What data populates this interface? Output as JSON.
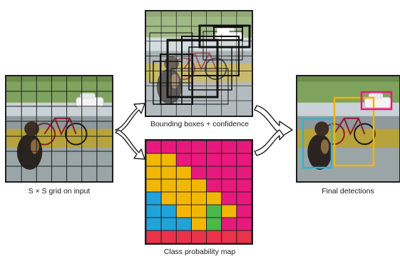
{
  "captions": {
    "grid": "S × S grid on input",
    "boxes": "Bounding boxes + confidence",
    "classmap": "Class probability map",
    "final": "Final detections"
  },
  "colors": {
    "magenta": "#e8197c",
    "yellow": "#f2b705",
    "cyan": "#1fa3d9",
    "green": "#4cb848",
    "red": "#e8334a",
    "grid_line": "#1e1e1e",
    "dog_box": "#2fb3d4",
    "bike_box": "#f1b400",
    "car_box": "#e8197c"
  },
  "class_map": [
    [
      "magenta",
      "magenta",
      "magenta",
      "magenta",
      "magenta",
      "magenta",
      "magenta"
    ],
    [
      "yellow",
      "yellow",
      "magenta",
      "magenta",
      "magenta",
      "magenta",
      "magenta"
    ],
    [
      "yellow",
      "yellow",
      "yellow",
      "magenta",
      "magenta",
      "magenta",
      "magenta"
    ],
    [
      "yellow",
      "yellow",
      "yellow",
      "yellow",
      "magenta",
      "magenta",
      "magenta"
    ],
    [
      "cyan",
      "yellow",
      "yellow",
      "yellow",
      "yellow",
      "magenta",
      "magenta"
    ],
    [
      "cyan",
      "cyan",
      "yellow",
      "yellow",
      "green",
      "yellow",
      "magenta"
    ],
    [
      "cyan",
      "cyan",
      "cyan",
      "yellow",
      "green",
      "magenta",
      "magenta"
    ],
    [
      "red",
      "red",
      "red",
      "red",
      "red",
      "red",
      "red"
    ]
  ],
  "icons": {
    "dog": "dog-figure",
    "bicycle": "bicycle-figure",
    "car": "car-figure"
  }
}
